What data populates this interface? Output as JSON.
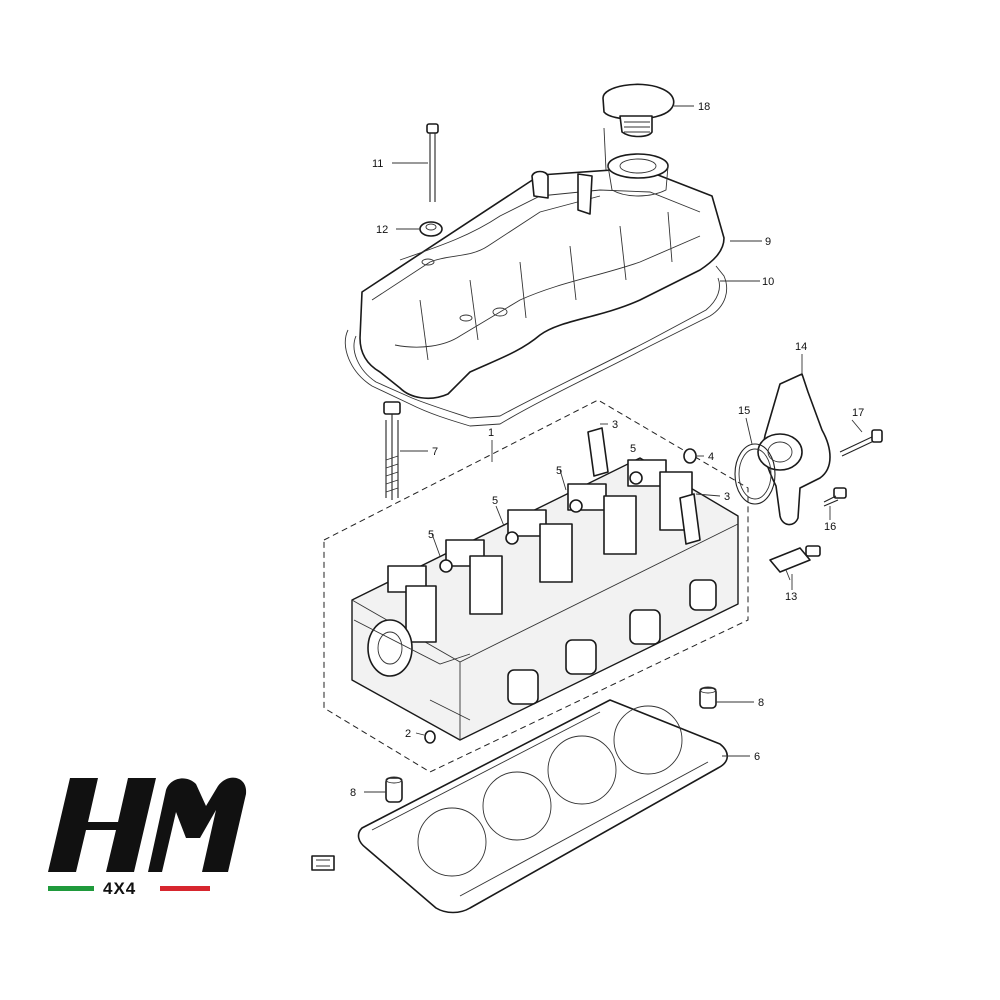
{
  "colors": {
    "highlight": "#f2e21c",
    "line": "#1a1a1a",
    "logo_black": "#111111",
    "flag_green": "#1f9a3c",
    "flag_red": "#d7262e"
  },
  "callouts": [
    {
      "id": "c18",
      "label": "18"
    },
    {
      "id": "c11",
      "label": "11"
    },
    {
      "id": "c9",
      "label": "9"
    },
    {
      "id": "c12",
      "label": "12"
    },
    {
      "id": "c10",
      "label": "10"
    },
    {
      "id": "c14",
      "label": "14"
    },
    {
      "id": "c15",
      "label": "15"
    },
    {
      "id": "c17",
      "label": "17"
    },
    {
      "id": "c3a",
      "label": "3"
    },
    {
      "id": "c1",
      "label": "1"
    },
    {
      "id": "c7",
      "label": "7"
    },
    {
      "id": "c4",
      "label": "4"
    },
    {
      "id": "c5a",
      "label": "5"
    },
    {
      "id": "c5b",
      "label": "5"
    },
    {
      "id": "c3b",
      "label": "3"
    },
    {
      "id": "c16",
      "label": "16"
    },
    {
      "id": "c5c",
      "label": "5"
    },
    {
      "id": "c13",
      "label": "13"
    },
    {
      "id": "c8a",
      "label": "8"
    },
    {
      "id": "c2",
      "label": "2"
    },
    {
      "id": "c6",
      "label": "6"
    },
    {
      "id": "c8b",
      "label": "8"
    }
  ],
  "logo": {
    "letters": "HM",
    "subtitle": "4X4"
  },
  "front_mark_icon": "front-arrow-icon"
}
